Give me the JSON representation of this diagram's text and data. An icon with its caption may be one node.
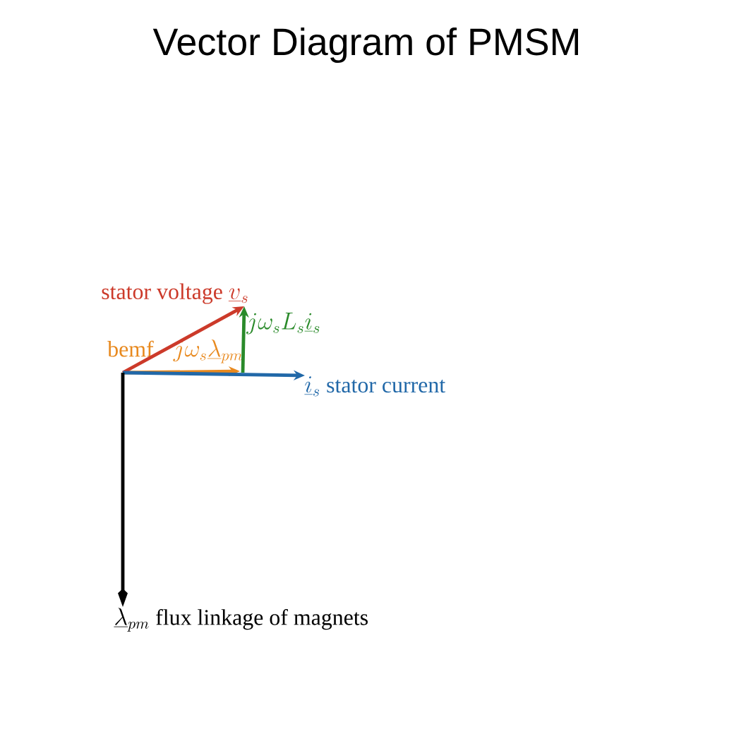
{
  "diagram": {
    "title": "Vector Diagram of PMSM",
    "nodes": [
      {
        "text": [
          "stator voltage",
          "\\underline{v}_s"
        ]
      },
      {
        "text": [
          "bemf",
          "j\\omega_s\\underline{\\lambda}_{pm}"
        ]
      },
      {
        "text": [
          "\\underline{i}_s",
          "stator current"
        ]
      },
      {
        "text": [
          "\\underline{\\lambda}_{pm}",
          "flux linkage of magnets"
        ]
      }
    ],
    "edges": [
      {
        "from": null,
        "to": 1,
        "arrow": "to",
        "color": "#e8891e"
      },
      {
        "from": 1,
        "to": 0,
        "arrow": "to",
        "color": "#2a8a2a"
      },
      {
        "from": 1,
        "to": 0,
        "arrow": "to",
        "color": "#cc3a2a"
      },
      {
        "from": 1,
        "to": 2,
        "arrow": "to",
        "color": "#2168a8"
      },
      {
        "from": 1,
        "to": 3,
        "arrow": "to",
        "color": "#000000"
      }
    ],
    "labels": [
      "j\\omega_s L_s\\underline{i}_s"
    ]
  }
}
